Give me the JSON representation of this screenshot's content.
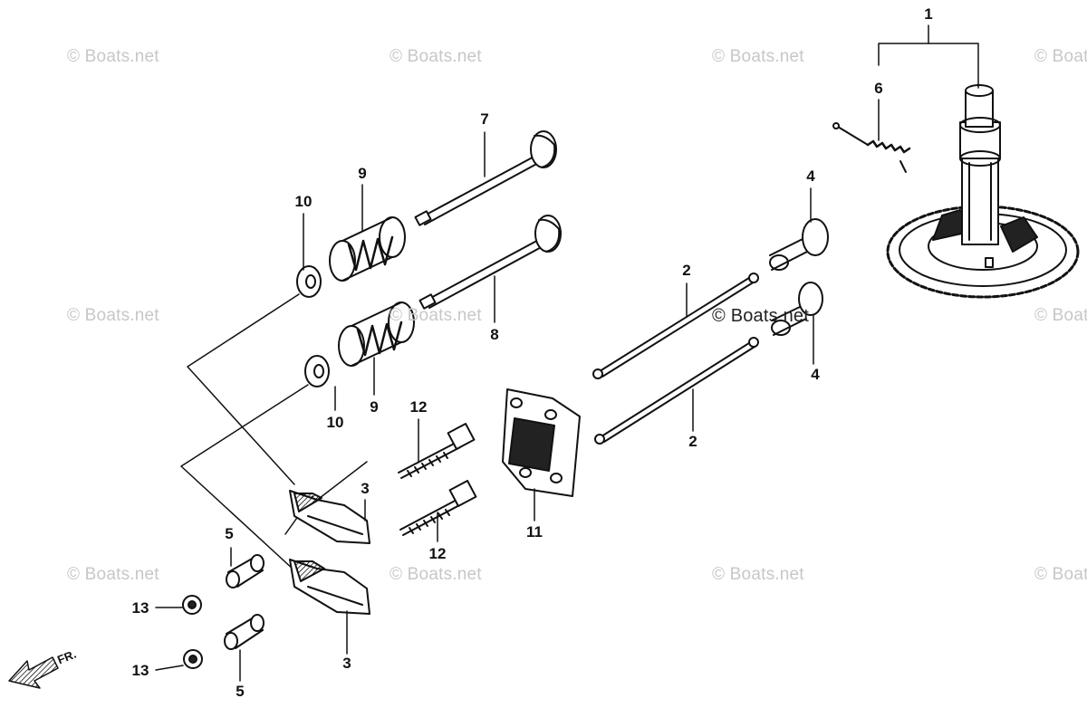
{
  "watermark": "© Boats.net",
  "callouts": {
    "c1": "1",
    "c2a": "2",
    "c2b": "2",
    "c3a": "3",
    "c3b": "3",
    "c4a": "4",
    "c4b": "4",
    "c5a": "5",
    "c5b": "5",
    "c6": "6",
    "c7": "7",
    "c8": "8",
    "c9a": "9",
    "c9b": "9",
    "c10a": "10",
    "c10b": "10",
    "c11": "11",
    "c12a": "12",
    "c12b": "12",
    "c13a": "13",
    "c13b": "13"
  },
  "front_label": "FR.",
  "icons": {
    "front_arrow": "front-arrow-icon"
  },
  "colors": {
    "line": "#111111",
    "watermark": "#c7c7c7",
    "background": "#ffffff"
  }
}
